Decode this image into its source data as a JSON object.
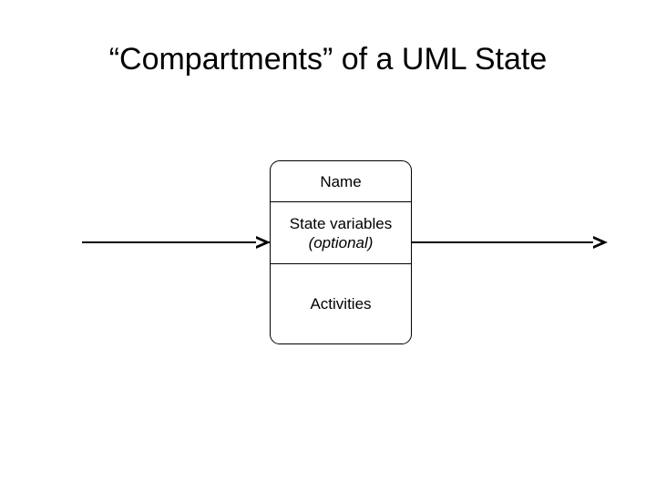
{
  "slide": {
    "title": "“Compartments” of a UML State",
    "background_color": "#ffffff",
    "line_color": "#000000"
  },
  "state_box": {
    "compartments": [
      {
        "name": "name",
        "label": "Name"
      },
      {
        "name": "state-variables",
        "label": "State variables",
        "sub_label": "(optional)"
      },
      {
        "name": "activities",
        "label": "Activities"
      }
    ]
  },
  "transitions": [
    {
      "name": "incoming-transition",
      "direction": "right",
      "target": "state-box"
    },
    {
      "name": "outgoing-transition",
      "direction": "right",
      "source": "state-box"
    }
  ]
}
